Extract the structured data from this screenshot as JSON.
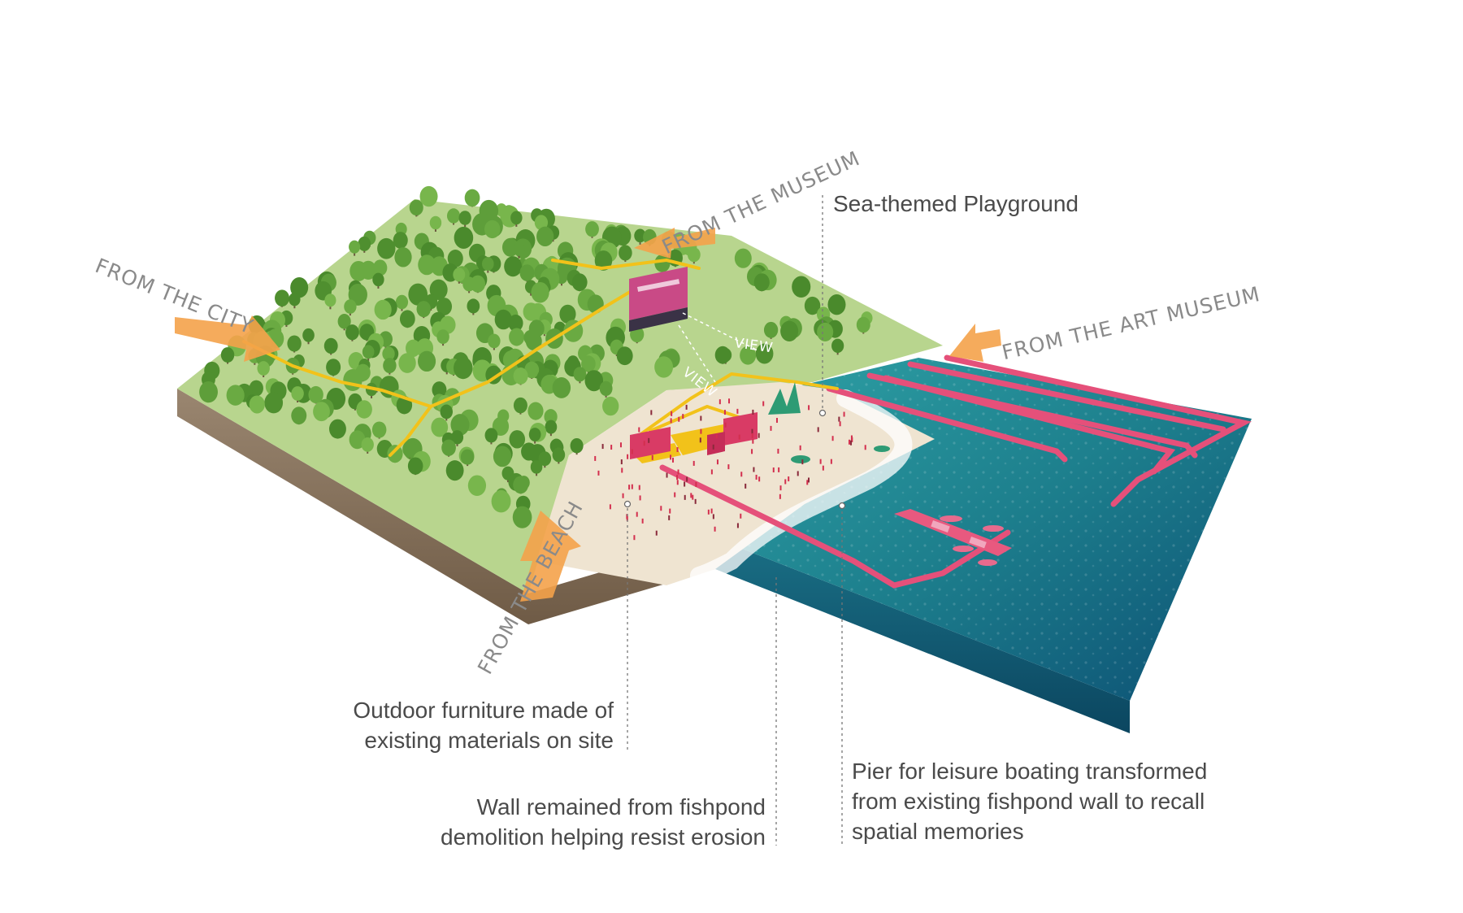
{
  "annotations": {
    "playground": "Sea-themed Playground",
    "furniture": [
      "Outdoor furniture made of",
      "existing materials on site"
    ],
    "wall": [
      "Wall remained from fishpond",
      "demolition helping resist erosion"
    ],
    "pier": [
      "Pier for leisure boating transformed",
      "from existing fishpond wall to recall",
      "spatial memories"
    ]
  },
  "directions": {
    "city": "FROM THE CITY",
    "museum": "FROM THE MUSEUM",
    "art_museum": "FROM THE ART MUSEUM",
    "beach": "FROM THE BEACH"
  },
  "view_labels": [
    "VIEW",
    "VIEW"
  ],
  "colors": {
    "grass": "#b5d58a",
    "forest": "#5f9e3c",
    "sand": "#efe3cf",
    "sea": "#1f7a86",
    "fishpond_wall": "#e5507a",
    "path": "#f2c21a",
    "arrow": "#f4b25e",
    "soil": "#8f7a63"
  }
}
